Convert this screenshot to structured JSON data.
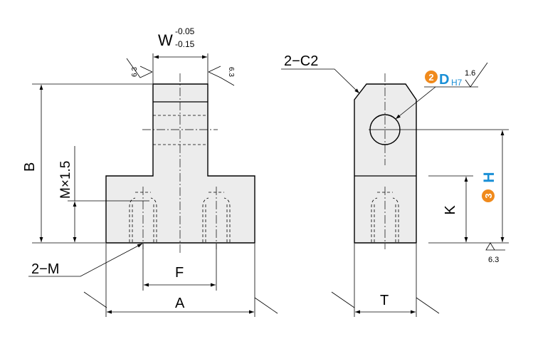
{
  "colors": {
    "part_fill": "#ececec",
    "line": "#000000",
    "badge_orange": "#f08a1c",
    "highlight_blue": "#1a8fd6"
  },
  "front_view": {
    "width_label": "W",
    "tol_upper": "-0.05",
    "tol_lower": "-0.15",
    "height_label": "B",
    "thread_depth_label": "M×1.5",
    "thread_label": "2−M",
    "pitch_label": "F",
    "base_width_label": "A",
    "roughness_left": "6.3",
    "roughness_right": "6.3"
  },
  "side_view": {
    "chamfer_label": "2−C2",
    "hole_badge_number": "2",
    "hole_label": "D",
    "hole_fit": "H7",
    "hole_roughness": "1.6",
    "height_badge_number": "3",
    "height_label": "H",
    "base_height_label": "K",
    "thickness_label": "T",
    "roughness_bottom": "6.3"
  }
}
